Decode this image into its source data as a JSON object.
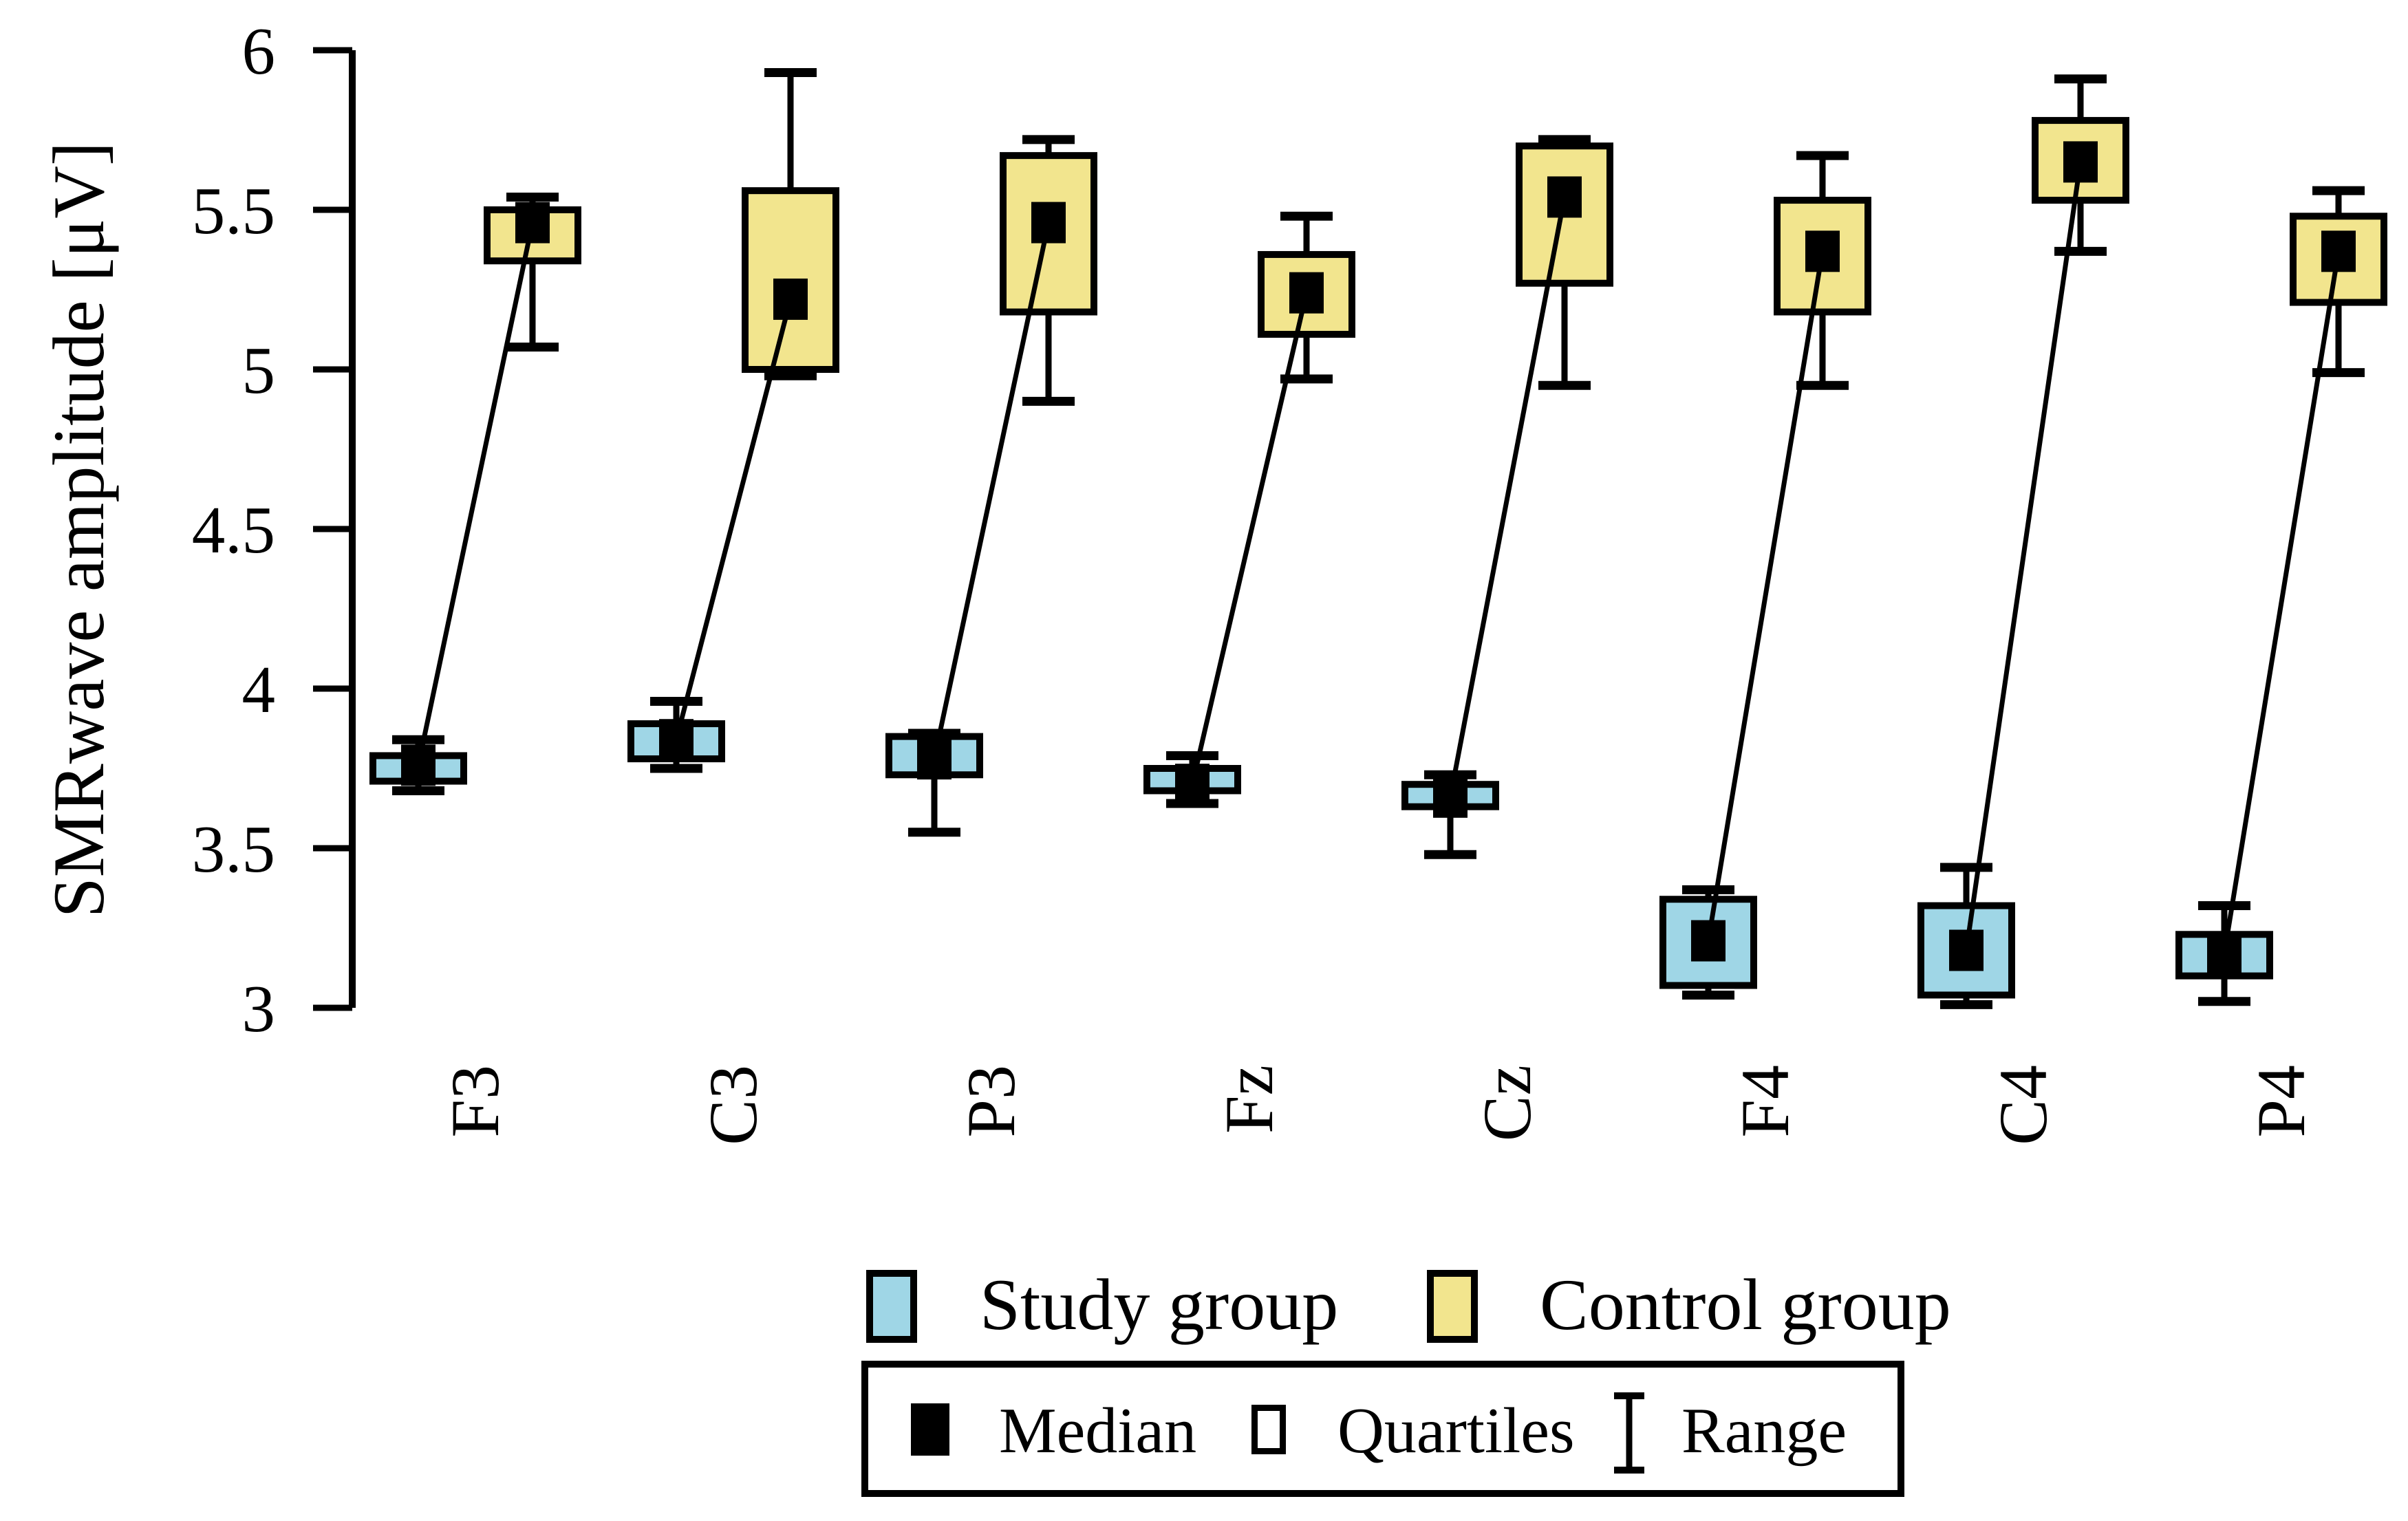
{
  "y_axis": {
    "label": "SMRwave amplitude [μV]",
    "tick_labels": [
      "3",
      "3.5",
      "4",
      "4.5",
      "5",
      "5.5",
      "6"
    ]
  },
  "x_axis": {
    "categories": [
      "F3",
      "C3",
      "P3",
      "Fz",
      "Cz",
      "F4",
      "C4",
      "P4"
    ]
  },
  "legend": {
    "study_label": "Study group",
    "control_label": "Control group"
  },
  "stats_legend": {
    "median_label": "Median",
    "quartiles_label": "Quartiles",
    "range_label": "Range"
  },
  "colors": {
    "study_fill": "#9FD6E6",
    "control_fill": "#F2E58E",
    "ink": "#000000",
    "background": "#FFFFFF"
  },
  "chart_data": {
    "type": "grouped_boxplot",
    "title": "",
    "ylabel": "SMRwave amplitude [μV]",
    "xlabel": "",
    "ylim": [
      3,
      6
    ],
    "yticks": [
      3,
      3.5,
      4,
      4.5,
      5,
      5.5,
      6
    ],
    "grid": false,
    "legend_position": "bottom",
    "categories": [
      "F3",
      "C3",
      "P3",
      "Fz",
      "Cz",
      "F4",
      "C4",
      "P4"
    ],
    "marker_legend": [
      "Median",
      "Quartiles",
      "Range"
    ],
    "connect_medians": true,
    "series": [
      {
        "name": "Study group",
        "color": "#9FD6E6",
        "boxes": [
          {
            "category": "F3",
            "min": 3.68,
            "q1": 3.71,
            "median": 3.76,
            "q3": 3.79,
            "max": 3.84
          },
          {
            "category": "C3",
            "min": 3.75,
            "q1": 3.78,
            "median": 3.84,
            "q3": 3.89,
            "max": 3.96
          },
          {
            "category": "P3",
            "min": 3.55,
            "q1": 3.73,
            "median": 3.78,
            "q3": 3.85,
            "max": 3.86
          },
          {
            "category": "Fz",
            "min": 3.64,
            "q1": 3.68,
            "median": 3.7,
            "q3": 3.75,
            "max": 3.79
          },
          {
            "category": "Cz",
            "min": 3.48,
            "q1": 3.63,
            "median": 3.66,
            "q3": 3.7,
            "max": 3.73
          },
          {
            "category": "F4",
            "min": 3.04,
            "q1": 3.07,
            "median": 3.21,
            "q3": 3.34,
            "max": 3.37
          },
          {
            "category": "C4",
            "min": 3.01,
            "q1": 3.04,
            "median": 3.18,
            "q3": 3.32,
            "max": 3.44
          },
          {
            "category": "P4",
            "min": 3.02,
            "q1": 3.1,
            "median": 3.17,
            "q3": 3.23,
            "max": 3.32
          }
        ]
      },
      {
        "name": "Control group",
        "color": "#F2E58E",
        "boxes": [
          {
            "category": "F3",
            "min": 5.07,
            "q1": 5.34,
            "median": 5.46,
            "q3": 5.5,
            "max": 5.54
          },
          {
            "category": "C3",
            "min": 4.98,
            "q1": 5.0,
            "median": 5.22,
            "q3": 5.56,
            "max": 5.93
          },
          {
            "category": "P3",
            "min": 4.9,
            "q1": 5.18,
            "median": 5.46,
            "q3": 5.67,
            "max": 5.72
          },
          {
            "category": "Fz",
            "min": 4.97,
            "q1": 5.11,
            "median": 5.24,
            "q3": 5.36,
            "max": 5.48
          },
          {
            "category": "Cz",
            "min": 4.95,
            "q1": 5.27,
            "median": 5.54,
            "q3": 5.7,
            "max": 5.72
          },
          {
            "category": "F4",
            "min": 4.95,
            "q1": 5.18,
            "median": 5.37,
            "q3": 5.53,
            "max": 5.67
          },
          {
            "category": "C4",
            "min": 5.37,
            "q1": 5.53,
            "median": 5.65,
            "q3": 5.78,
            "max": 5.91
          },
          {
            "category": "P4",
            "min": 4.99,
            "q1": 5.21,
            "median": 5.37,
            "q3": 5.48,
            "max": 5.56
          }
        ]
      }
    ]
  }
}
